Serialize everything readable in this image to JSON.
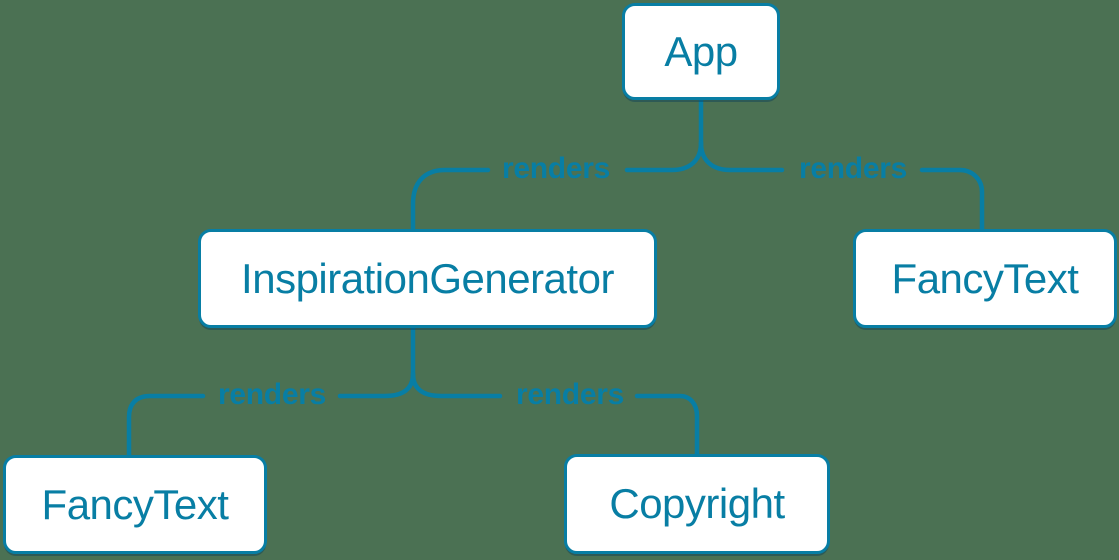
{
  "diagram": {
    "type": "component-render-tree",
    "background_color": "#4b7153",
    "accent_color": "#087ea4",
    "node_fill": "#ffffff",
    "nodes": [
      {
        "id": "app",
        "label": "App"
      },
      {
        "id": "inspiration-generator",
        "label": "InspirationGenerator"
      },
      {
        "id": "fancy-text-top-right",
        "label": "FancyText"
      },
      {
        "id": "fancy-text-bottom-left",
        "label": "FancyText"
      },
      {
        "id": "copyright",
        "label": "Copyright"
      }
    ],
    "edges": [
      {
        "from": "App",
        "to": "InspirationGenerator",
        "label": "renders"
      },
      {
        "from": "App",
        "to": "FancyText",
        "label": "renders"
      },
      {
        "from": "InspirationGenerator",
        "to": "FancyText",
        "label": "renders"
      },
      {
        "from": "InspirationGenerator",
        "to": "Copyright",
        "label": "renders"
      }
    ]
  }
}
